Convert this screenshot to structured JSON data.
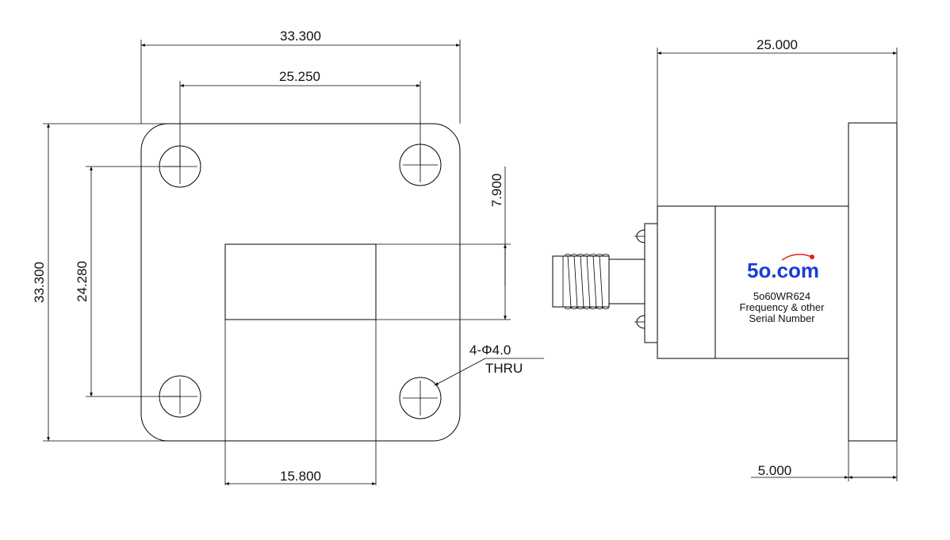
{
  "front_view": {
    "dim_overall_width": "33.300",
    "dim_hole_spacing_x": "25.250",
    "dim_overall_height": "33.300",
    "dim_hole_spacing_y": "24.280",
    "dim_top_offset": "7.900",
    "dim_aperture_width": "15.800",
    "hole_callout_line1": "4-Φ4.0",
    "hole_callout_line2": "THRU"
  },
  "side_view": {
    "dim_length": "25.000",
    "dim_flange_thickness": "5.000",
    "logo_text": "5o.com",
    "model": "5o60WR624",
    "note_line1": "Frequency & other",
    "note_line2": "Serial Number"
  },
  "colors": {
    "line": "#000000",
    "logo_blue": "#1a3bd6",
    "logo_red_dot": "#e02020"
  }
}
